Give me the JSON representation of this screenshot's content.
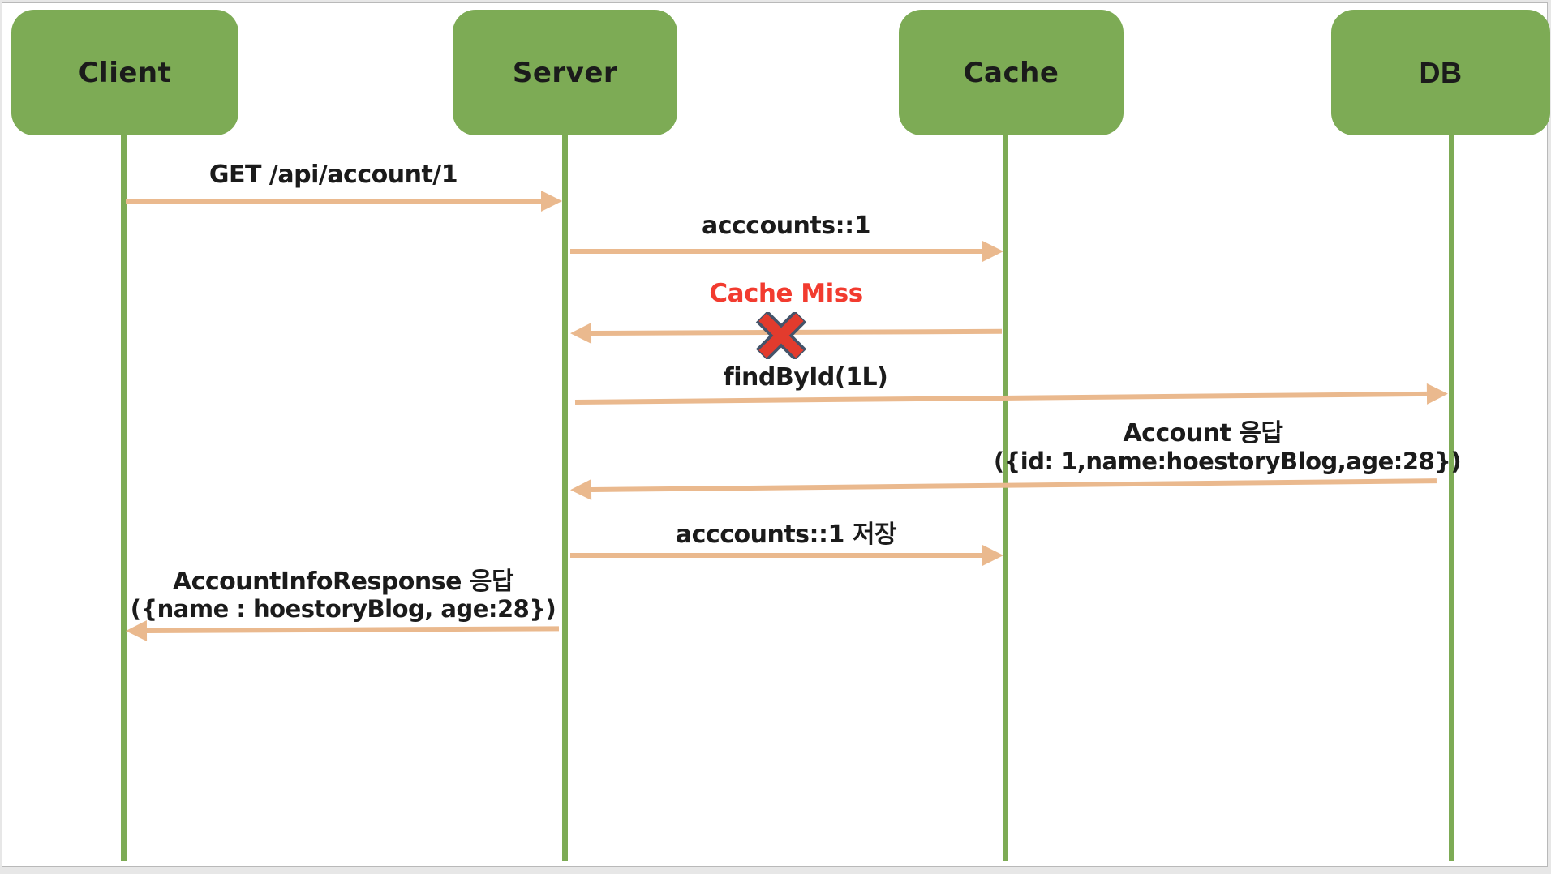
{
  "actors": [
    {
      "label": "Client"
    },
    {
      "label": "Server"
    },
    {
      "label": "Cache"
    },
    {
      "label": "DB"
    }
  ],
  "messages": [
    {
      "from": "Client",
      "to": "Server",
      "label": "GET /api/account/1"
    },
    {
      "from": "Server",
      "to": "Cache",
      "label": "acccounts::1"
    },
    {
      "from": "Cache",
      "to": "Server",
      "label": "Cache Miss",
      "result": "miss"
    },
    {
      "from": "Server",
      "to": "DB",
      "label": "findById(1L)"
    },
    {
      "from": "DB",
      "to": "Server",
      "label": "Account 응답",
      "detail": "({id: 1,name:hoestoryBlog,age:28})"
    },
    {
      "from": "Server",
      "to": "Cache",
      "label": "acccounts::1 저장"
    },
    {
      "from": "Server",
      "to": "Client",
      "label": "AccountInfoResponse 응답",
      "detail": "({name : hoestoryBlog, age:28})"
    }
  ],
  "icons": {
    "cache_miss_icon": "red-x-mark"
  },
  "colors": {
    "actor_fill": "#7DAB55",
    "lifeline": "#7DAB55",
    "arrow": "#EAB98E",
    "cache_miss_text": "#F23B2F",
    "x_mark_fill": "#E23B2D",
    "x_mark_outline": "#44546A",
    "text": "#1B1B1B"
  }
}
